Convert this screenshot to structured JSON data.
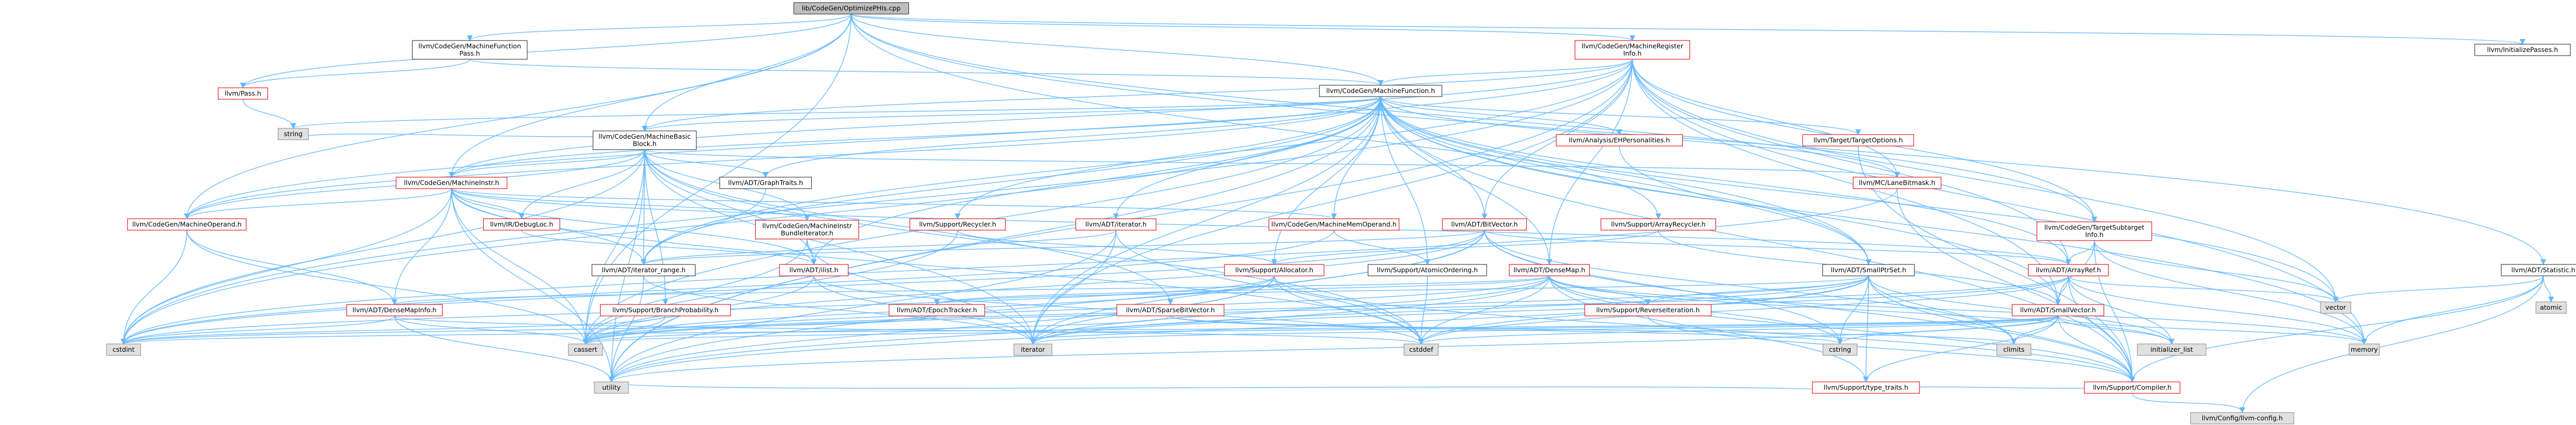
{
  "colors": {
    "root_fill": "#bfbfbf",
    "root_border": "#404040",
    "node_fill": "#ffffff",
    "link_border": "#e6161b",
    "leaf_fill": "#e0e0e0",
    "leaf_border": "#999999",
    "edge": "#63b8ff"
  },
  "nodes": [
    {
      "id": "root",
      "lines": [
        "lib/CodeGen/OptimizePHIs.cpp"
      ],
      "kind": "root"
    },
    {
      "id": "mffpass",
      "lines": [
        "llvm/CodeGen/MachineFunction",
        "Pass.h"
      ],
      "kind": "plain"
    },
    {
      "id": "mri",
      "lines": [
        "llvm/CodeGen/MachineRegister",
        "Info.h"
      ],
      "kind": "link"
    },
    {
      "id": "initpasses",
      "lines": [
        "llvm/InitializePasses.h"
      ],
      "kind": "plain"
    },
    {
      "id": "pass",
      "lines": [
        "llvm/Pass.h"
      ],
      "kind": "link"
    },
    {
      "id": "mf",
      "lines": [
        "llvm/CodeGen/MachineFunction.h"
      ],
      "kind": "plain"
    },
    {
      "id": "string",
      "lines": [
        "string"
      ],
      "kind": "leaf"
    },
    {
      "id": "mbb",
      "lines": [
        "llvm/CodeGen/MachineBasic",
        "Block.h"
      ],
      "kind": "plain"
    },
    {
      "id": "ehpers",
      "lines": [
        "llvm/Analysis/EHPersonalities.h"
      ],
      "kind": "link"
    },
    {
      "id": "tgtopt",
      "lines": [
        "llvm/Target/TargetOptions.h"
      ],
      "kind": "link"
    },
    {
      "id": "minstr",
      "lines": [
        "llvm/CodeGen/MachineInstr.h"
      ],
      "kind": "link"
    },
    {
      "id": "graphtraits",
      "lines": [
        "llvm/ADT/GraphTraits.h"
      ],
      "kind": "plain"
    },
    {
      "id": "lanebm",
      "lines": [
        "llvm/MC/LaneBitmask.h"
      ],
      "kind": "link"
    },
    {
      "id": "mop",
      "lines": [
        "llvm/CodeGen/MachineOperand.h"
      ],
      "kind": "link"
    },
    {
      "id": "debugloc",
      "lines": [
        "llvm/IR/DebugLoc.h"
      ],
      "kind": "link"
    },
    {
      "id": "mibundle",
      "lines": [
        "llvm/CodeGen/MachineInstr",
        "BundleIterator.h"
      ],
      "kind": "link"
    },
    {
      "id": "recycler",
      "lines": [
        "llvm/Support/Recycler.h"
      ],
      "kind": "link"
    },
    {
      "id": "adtiter",
      "lines": [
        "llvm/ADT/iterator.h"
      ],
      "kind": "link"
    },
    {
      "id": "mmo",
      "lines": [
        "llvm/CodeGen/MachineMemOperand.h"
      ],
      "kind": "link"
    },
    {
      "id": "bitvector",
      "lines": [
        "llvm/ADT/BitVector.h"
      ],
      "kind": "link"
    },
    {
      "id": "arecycler",
      "lines": [
        "llvm/Support/ArrayRecycler.h"
      ],
      "kind": "link"
    },
    {
      "id": "tgtsub",
      "lines": [
        "llvm/CodeGen/TargetSubtarget",
        "Info.h"
      ],
      "kind": "link"
    },
    {
      "id": "statistic",
      "lines": [
        "llvm/ADT/Statistic.h"
      ],
      "kind": "plain"
    },
    {
      "id": "itrange",
      "lines": [
        "llvm/ADT/iterator_range.h"
      ],
      "kind": "plain"
    },
    {
      "id": "ilist",
      "lines": [
        "llvm/ADT/ilist.h"
      ],
      "kind": "link"
    },
    {
      "id": "allocator",
      "lines": [
        "llvm/Support/Allocator.h"
      ],
      "kind": "link"
    },
    {
      "id": "atomicord",
      "lines": [
        "llvm/Support/AtomicOrdering.h"
      ],
      "kind": "plain"
    },
    {
      "id": "densemap",
      "lines": [
        "llvm/ADT/DenseMap.h"
      ],
      "kind": "link"
    },
    {
      "id": "smallptrset",
      "lines": [
        "llvm/ADT/SmallPtrSet.h"
      ],
      "kind": "plain"
    },
    {
      "id": "arrayref",
      "lines": [
        "llvm/ADT/ArrayRef.h"
      ],
      "kind": "link"
    },
    {
      "id": "atomic",
      "lines": [
        "atomic"
      ],
      "kind": "leaf"
    },
    {
      "id": "vector",
      "lines": [
        "vector"
      ],
      "kind": "leaf"
    },
    {
      "id": "densemapinfo",
      "lines": [
        "llvm/ADT/DenseMapInfo.h"
      ],
      "kind": "link"
    },
    {
      "id": "branchprob",
      "lines": [
        "llvm/Support/BranchProbability.h"
      ],
      "kind": "link"
    },
    {
      "id": "epoch",
      "lines": [
        "llvm/ADT/EpochTracker.h"
      ],
      "kind": "link"
    },
    {
      "id": "sparsebv",
      "lines": [
        "llvm/ADT/SparseBitVector.h"
      ],
      "kind": "link"
    },
    {
      "id": "reverseiter",
      "lines": [
        "llvm/Support/ReverseIteration.h"
      ],
      "kind": "link"
    },
    {
      "id": "smallvector",
      "lines": [
        "llvm/ADT/SmallVector.h"
      ],
      "kind": "link"
    },
    {
      "id": "memory",
      "lines": [
        "memory"
      ],
      "kind": "leaf"
    },
    {
      "id": "cstdint",
      "lines": [
        "cstdint"
      ],
      "kind": "leaf"
    },
    {
      "id": "cassert",
      "lines": [
        "cassert"
      ],
      "kind": "leaf"
    },
    {
      "id": "iterator",
      "lines": [
        "iterator"
      ],
      "kind": "leaf"
    },
    {
      "id": "cstddef",
      "lines": [
        "cstddef"
      ],
      "kind": "leaf"
    },
    {
      "id": "cstring",
      "lines": [
        "cstring"
      ],
      "kind": "leaf"
    },
    {
      "id": "climits",
      "lines": [
        "climits"
      ],
      "kind": "leaf"
    },
    {
      "id": "initlist",
      "lines": [
        "initializer_list"
      ],
      "kind": "leaf"
    },
    {
      "id": "typetraits",
      "lines": [
        "llvm/Support/type_traits.h"
      ],
      "kind": "link"
    },
    {
      "id": "utility",
      "lines": [
        "utility"
      ],
      "kind": "leaf"
    },
    {
      "id": "compiler",
      "lines": [
        "llvm/Support/Compiler.h"
      ],
      "kind": "link"
    },
    {
      "id": "llvmconfig",
      "lines": [
        "llvm/Config/llvm-config.h"
      ],
      "kind": "leaf"
    }
  ],
  "edges": [
    [
      "root",
      "mffpass"
    ],
    [
      "root",
      "mri"
    ],
    [
      "root",
      "initpasses"
    ],
    [
      "root",
      "pass"
    ],
    [
      "root",
      "mf"
    ],
    [
      "root",
      "mbb"
    ],
    [
      "root",
      "minstr"
    ],
    [
      "root",
      "mop"
    ],
    [
      "root",
      "tgtsub"
    ],
    [
      "root",
      "statistic"
    ],
    [
      "root",
      "smallptrset"
    ],
    [
      "root",
      "cassert"
    ],
    [
      "mffpass",
      "pass"
    ],
    [
      "mffpass",
      "mf"
    ],
    [
      "mri",
      "mf"
    ],
    [
      "mri",
      "mbb"
    ],
    [
      "mri",
      "minstr"
    ],
    [
      "mri",
      "mop"
    ],
    [
      "mri",
      "lanebm"
    ],
    [
      "mri",
      "tgtsub"
    ],
    [
      "mri",
      "bitvector"
    ],
    [
      "mri",
      "arrayref"
    ],
    [
      "mri",
      "smallvector"
    ],
    [
      "mri",
      "itrange"
    ],
    [
      "mri",
      "iterator"
    ],
    [
      "mri",
      "memory"
    ],
    [
      "mri",
      "utility"
    ],
    [
      "mri",
      "vector"
    ],
    [
      "mri",
      "densemap"
    ],
    [
      "mri",
      "cstdint"
    ],
    [
      "pass",
      "string"
    ],
    [
      "pass",
      "pass"
    ],
    [
      "mf",
      "string"
    ],
    [
      "mf",
      "mbb"
    ],
    [
      "mf",
      "ehpers"
    ],
    [
      "mf",
      "tgtopt"
    ],
    [
      "mf",
      "minstr"
    ],
    [
      "mf",
      "graphtraits"
    ],
    [
      "mf",
      "recycler"
    ],
    [
      "mf",
      "adtiter"
    ],
    [
      "mf",
      "mmo"
    ],
    [
      "mf",
      "bitvector"
    ],
    [
      "mf",
      "arecycler"
    ],
    [
      "mf",
      "allocator"
    ],
    [
      "mf",
      "densemap"
    ],
    [
      "mf",
      "smallptrset"
    ],
    [
      "mf",
      "arrayref"
    ],
    [
      "mf",
      "smallvector"
    ],
    [
      "mf",
      "ilist"
    ],
    [
      "mf",
      "itrange"
    ],
    [
      "mf",
      "atomicord"
    ],
    [
      "mf",
      "compiler"
    ],
    [
      "mf",
      "memory"
    ],
    [
      "mf",
      "vector"
    ],
    [
      "mf",
      "utility"
    ],
    [
      "mf",
      "cassert"
    ],
    [
      "mf",
      "cstdint"
    ],
    [
      "mf",
      "mop"
    ],
    [
      "mf",
      "lanebm"
    ],
    [
      "mf",
      "iterator"
    ],
    [
      "mbb",
      "graphtraits"
    ],
    [
      "mbb",
      "minstr"
    ],
    [
      "mbb",
      "mibundle"
    ],
    [
      "mbb",
      "mop"
    ],
    [
      "mbb",
      "debugloc"
    ],
    [
      "mbb",
      "lanebm"
    ],
    [
      "mbb",
      "branchprob"
    ],
    [
      "mbb",
      "sparsebv"
    ],
    [
      "mbb",
      "ilist"
    ],
    [
      "mbb",
      "itrange"
    ],
    [
      "mbb",
      "cassert"
    ],
    [
      "mbb",
      "iterator"
    ],
    [
      "mbb",
      "string"
    ],
    [
      "mbb",
      "cstddef"
    ],
    [
      "mbb",
      "utility"
    ],
    [
      "mbb",
      "cstdint"
    ],
    [
      "ehpers",
      "smallptrset"
    ],
    [
      "tgtopt",
      "compiler"
    ],
    [
      "minstr",
      "mop"
    ],
    [
      "minstr",
      "debugloc"
    ],
    [
      "minstr",
      "mibundle"
    ],
    [
      "minstr",
      "mmo"
    ],
    [
      "minstr",
      "itrange"
    ],
    [
      "minstr",
      "ilist"
    ],
    [
      "minstr",
      "arrayref"
    ],
    [
      "minstr",
      "densemapinfo"
    ],
    [
      "minstr",
      "cstdint"
    ],
    [
      "minstr",
      "cassert"
    ],
    [
      "minstr",
      "utility"
    ],
    [
      "minstr",
      "cstddef"
    ],
    [
      "graphtraits",
      "itrange"
    ],
    [
      "lanebm",
      "compiler"
    ],
    [
      "lanebm",
      "cstdint"
    ],
    [
      "mop",
      "cassert"
    ],
    [
      "mop",
      "cstdint"
    ],
    [
      "mop",
      "densemapinfo"
    ],
    [
      "debugloc",
      "ilist"
    ],
    [
      "mibundle",
      "ilist"
    ],
    [
      "mibundle",
      "iterator"
    ],
    [
      "mibundle",
      "cassert"
    ],
    [
      "recycler",
      "allocator"
    ],
    [
      "recycler",
      "cassert"
    ],
    [
      "adtiter",
      "itrange"
    ],
    [
      "adtiter",
      "iterator"
    ],
    [
      "adtiter",
      "cstddef"
    ],
    [
      "adtiter",
      "utility"
    ],
    [
      "mmo",
      "atomicord"
    ],
    [
      "mmo",
      "cstdint"
    ],
    [
      "bitvector",
      "itrange"
    ],
    [
      "bitvector",
      "arrayref"
    ],
    [
      "bitvector",
      "climits"
    ],
    [
      "bitvector",
      "cstdint"
    ],
    [
      "bitvector",
      "cstring"
    ],
    [
      "bitvector",
      "cassert"
    ],
    [
      "bitvector",
      "utility"
    ],
    [
      "bitvector",
      "compiler"
    ],
    [
      "bitvector",
      "iterator"
    ],
    [
      "arecycler",
      "allocator"
    ],
    [
      "arecycler",
      "smallvector"
    ],
    [
      "tgtsub",
      "arrayref"
    ],
    [
      "tgtsub",
      "smallvector"
    ],
    [
      "tgtsub",
      "memory"
    ],
    [
      "tgtsub",
      "vector"
    ],
    [
      "tgtsub",
      "compiler"
    ],
    [
      "statistic",
      "compiler"
    ],
    [
      "statistic",
      "atomic"
    ],
    [
      "statistic",
      "memory"
    ],
    [
      "statistic",
      "vector"
    ],
    [
      "statistic",
      "llvmconfig"
    ],
    [
      "itrange",
      "iterator"
    ],
    [
      "itrange",
      "utility"
    ],
    [
      "ilist",
      "cassert"
    ],
    [
      "ilist",
      "iterator"
    ],
    [
      "ilist",
      "cstddef"
    ],
    [
      "allocator",
      "compiler"
    ],
    [
      "allocator",
      "cstddef"
    ],
    [
      "allocator",
      "iterator"
    ],
    [
      "allocator",
      "utility"
    ],
    [
      "allocator",
      "cassert"
    ],
    [
      "allocator",
      "cstdint"
    ],
    [
      "atomicord",
      "cstddef"
    ],
    [
      "densemap",
      "densemapinfo"
    ],
    [
      "densemap",
      "epoch"
    ],
    [
      "densemap",
      "compiler"
    ],
    [
      "densemap",
      "reverseiter"
    ],
    [
      "densemap",
      "typetraits"
    ],
    [
      "densemap",
      "cassert"
    ],
    [
      "densemap",
      "cstddef"
    ],
    [
      "densemap",
      "cstring"
    ],
    [
      "densemap",
      "initlist"
    ],
    [
      "densemap",
      "iterator"
    ],
    [
      "densemap",
      "utility"
    ],
    [
      "densemap",
      "memory"
    ],
    [
      "smallptrset",
      "epoch"
    ],
    [
      "smallptrset",
      "compiler"
    ],
    [
      "smallptrset",
      "reverseiter"
    ],
    [
      "smallptrset",
      "typetraits"
    ],
    [
      "smallptrset",
      "cassert"
    ],
    [
      "smallptrset",
      "cstddef"
    ],
    [
      "smallptrset",
      "cstdlib"
    ],
    [
      "smallptrset",
      "cstring"
    ],
    [
      "smallptrset",
      "initlist"
    ],
    [
      "smallptrset",
      "iterator"
    ],
    [
      "smallptrset",
      "utility"
    ],
    [
      "smallptrset",
      "climits"
    ],
    [
      "arrayref",
      "compiler"
    ],
    [
      "arrayref",
      "smallvector"
    ],
    [
      "arrayref",
      "cassert"
    ],
    [
      "arrayref",
      "cstddef"
    ],
    [
      "arrayref",
      "initlist"
    ],
    [
      "arrayref",
      "iterator"
    ],
    [
      "arrayref",
      "memory"
    ],
    [
      "arrayref",
      "vector"
    ],
    [
      "densemapinfo",
      "cassert"
    ],
    [
      "densemapinfo",
      "cstddef"
    ],
    [
      "densemapinfo",
      "cstdint"
    ],
    [
      "densemapinfo",
      "utility"
    ],
    [
      "branchprob",
      "cassert"
    ],
    [
      "branchprob",
      "cstdint"
    ],
    [
      "epoch",
      "cstdint"
    ],
    [
      "sparsebv",
      "cassert"
    ],
    [
      "sparsebv",
      "climits"
    ],
    [
      "sparsebv",
      "cstring"
    ],
    [
      "reverseiter",
      "compiler"
    ],
    [
      "smallvector",
      "compiler"
    ],
    [
      "smallvector",
      "typetraits"
    ],
    [
      "smallvector",
      "cassert"
    ],
    [
      "smallvector",
      "cstddef"
    ],
    [
      "smallvector",
      "cstdlib"
    ],
    [
      "smallvector",
      "cstring"
    ],
    [
      "smallvector",
      "initlist"
    ],
    [
      "smallvector",
      "iterator"
    ],
    [
      "smallvector",
      "limits"
    ],
    [
      "smallvector",
      "memory"
    ],
    [
      "smallvector",
      "utility"
    ],
    [
      "smallvector",
      "climits"
    ],
    [
      "smallvector",
      "cstdint"
    ],
    [
      "typetraits",
      "utility"
    ],
    [
      "typetraits",
      "compiler"
    ],
    [
      "compiler",
      "llvmconfig"
    ]
  ]
}
